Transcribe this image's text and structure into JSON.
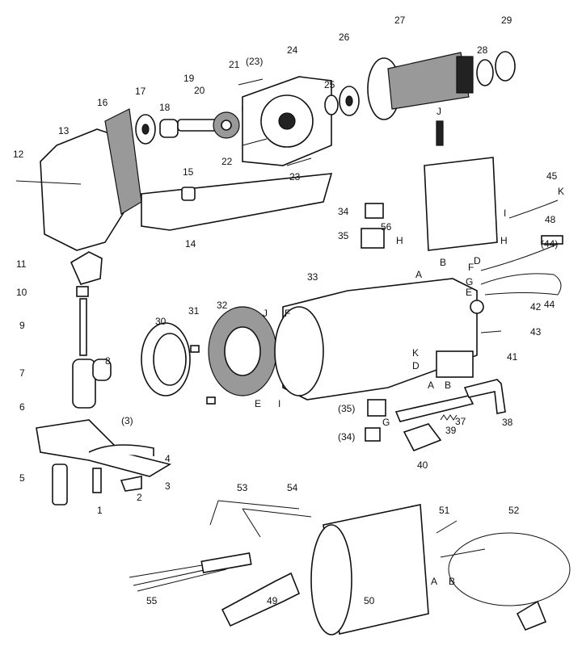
{
  "title": "Exploded parts diagram – nibbler",
  "labels": [
    "1",
    "2",
    "3",
    "(3)",
    "4",
    "5",
    "6",
    "7",
    "8",
    "9",
    "10",
    "11",
    "12",
    "13",
    "14",
    "15",
    "16",
    "17",
    "18",
    "19",
    "20",
    "21",
    "(23)",
    "22",
    "23",
    "24",
    "25",
    "26",
    "27",
    "28",
    "29",
    "30",
    "31",
    "32",
    "J",
    "F",
    "E",
    "I",
    "33",
    "34",
    "35",
    "H",
    "56",
    "45",
    "J",
    "48",
    "K",
    "I",
    "(44)",
    "H",
    "F",
    "G",
    "E",
    "44",
    "A",
    "B",
    "D",
    "42",
    "43",
    "41",
    "K",
    "D",
    "A",
    "B",
    "(35)",
    "G",
    "37",
    "38",
    "(34)",
    "39",
    "40",
    "51",
    "52",
    "A",
    "B",
    "53",
    "54",
    "55",
    "49",
    "50"
  ]
}
